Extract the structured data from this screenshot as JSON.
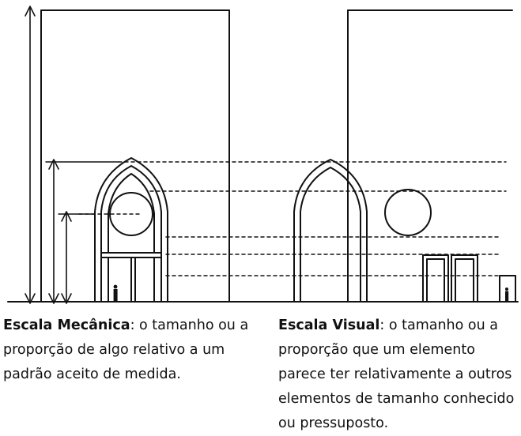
{
  "captions": {
    "left": {
      "title": "Escala Mecânica",
      "text": ": o tamanho ou a proporção de algo relativo a um padrão aceito de medida."
    },
    "right": {
      "title": "Escala Visual",
      "text": ": o tamanho ou a proporção que um elemento parece ter relativamente a outros elementos de tamanho conhecido ou pressuposto."
    }
  }
}
